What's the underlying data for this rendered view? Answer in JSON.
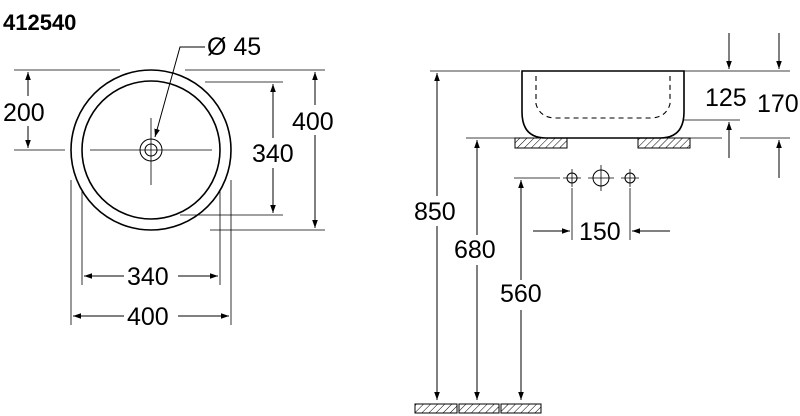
{
  "product_code": "412540",
  "top_view": {
    "drain_label": "Ø 45",
    "radius_label": "200",
    "outer_height_label": "400",
    "inner_height_label": "340",
    "inner_width_label": "340",
    "outer_width_label": "400"
  },
  "side_view": {
    "bowl_height_label": "125",
    "total_height_label": "170",
    "tap_spacing_label": "150",
    "counter_height_label": "850",
    "drain_height_label": "680",
    "tap_height_label": "560"
  }
}
